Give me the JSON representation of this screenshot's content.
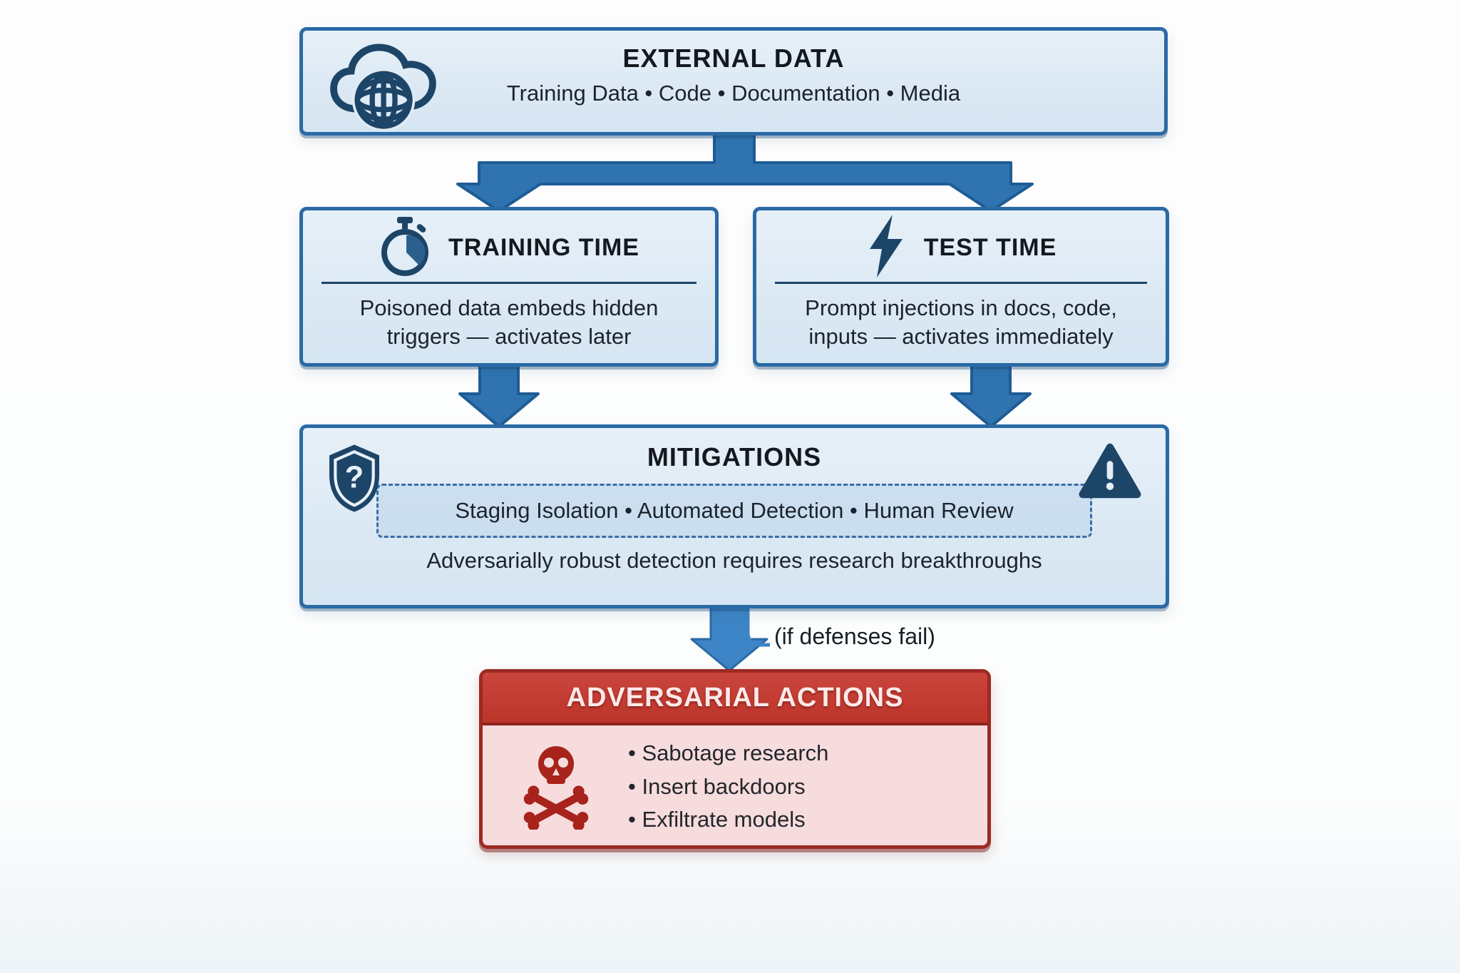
{
  "palette": {
    "box_fill": "#dce9f4",
    "box_border": "#2a6aa5",
    "icon_navy": "#1d4568",
    "arrow_blue": "#2f74b0",
    "arrow_blue_bright": "#3d85c6",
    "text_dark": "#1c232c",
    "red_border": "#9c2a22",
    "red_header": "#bc352b",
    "red_body": "#f7dcdd",
    "red_icon": "#a8231b",
    "red_title_text": "#fbe9e9"
  },
  "icons": {
    "external": "cloud-globe-icon",
    "training": "stopwatch-icon",
    "test": "lightning-icon",
    "mitigations_left": "shield-question-icon",
    "mitigations_right": "warning-triangle-icon",
    "adversarial": "skull-crossbones-icon"
  },
  "nodes": {
    "external_data": {
      "title": "EXTERNAL DATA",
      "subtitle": "Training Data • Code • Documentation • Media"
    },
    "training_time": {
      "title": "TRAINING TIME",
      "body": "Poisoned data embeds hidden triggers — activates later"
    },
    "test_time": {
      "title": "TEST TIME",
      "body": "Prompt injections in docs, code, inputs — activates immediately"
    },
    "mitigations": {
      "title": "MITIGATIONS",
      "chips": "Staging Isolation • Automated Detection • Human Review",
      "note": "Adversarially robust detection requires research breakthroughs"
    },
    "adversarial_actions": {
      "title": "ADVERSARIAL ACTIONS",
      "items": [
        "Sabotage research",
        "Insert backdoors",
        "Exfiltrate models"
      ]
    }
  },
  "edges": {
    "fail_label": "(if defenses fail)"
  }
}
